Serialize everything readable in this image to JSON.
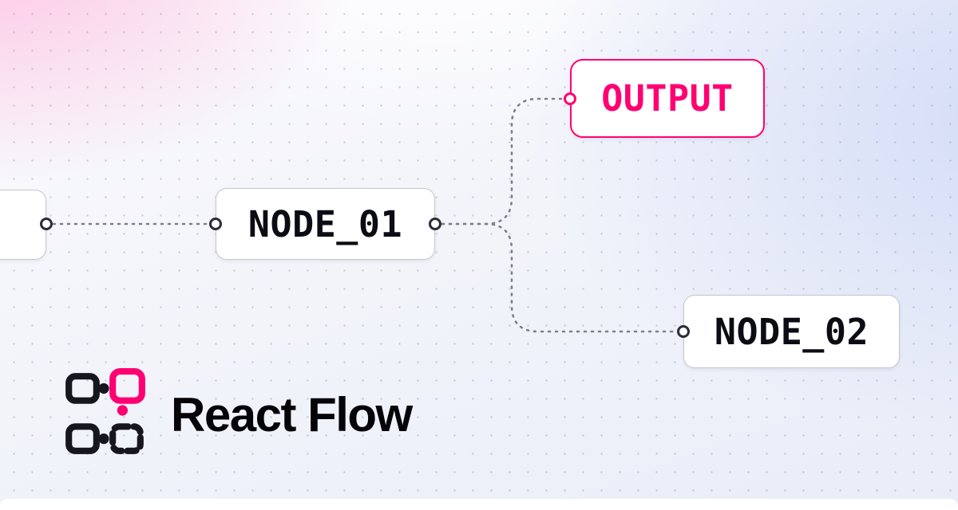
{
  "brand": {
    "wordmark": "React Flow"
  },
  "canvas": {
    "nodes": [
      {
        "id": "node-partial",
        "label": ""
      },
      {
        "id": "node-01",
        "label": "NODE_01"
      },
      {
        "id": "node-output",
        "label": "OUTPUT"
      },
      {
        "id": "node-02",
        "label": "NODE_02"
      }
    ],
    "edges": [
      {
        "from": "node-partial",
        "to": "node-01"
      },
      {
        "from": "node-01",
        "to": "node-output"
      },
      {
        "from": "node-01",
        "to": "node-02"
      }
    ]
  },
  "colors": {
    "accent_pink": "#ff0072",
    "logo_dark": "#16161f",
    "edge_gray": "#7f7f8d",
    "node_border": "#c6c6d1",
    "node_text": "#0c0c14"
  }
}
